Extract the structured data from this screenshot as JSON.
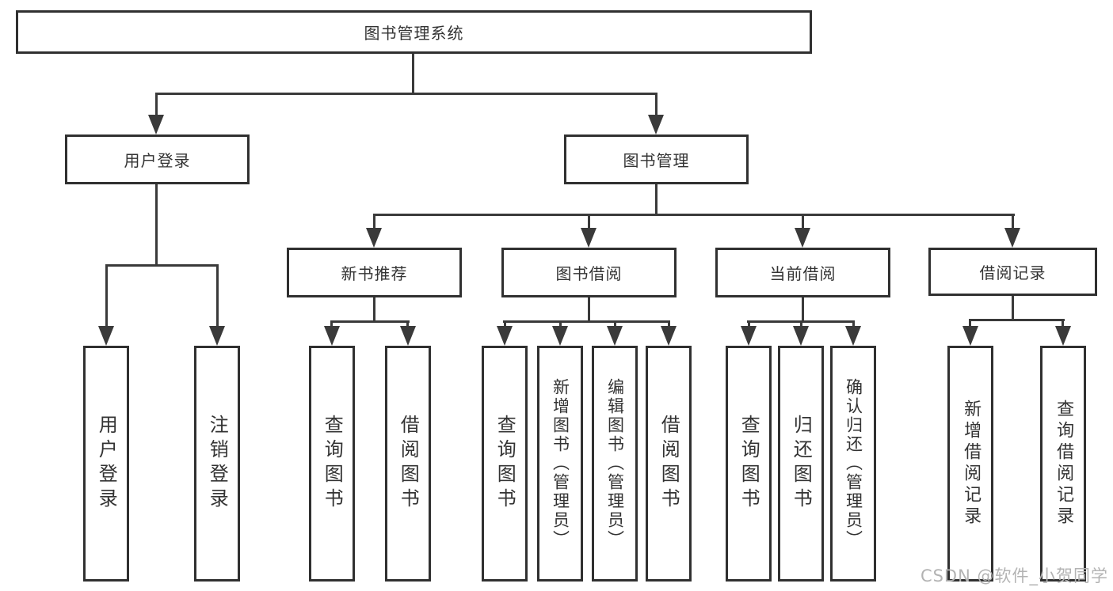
{
  "diagram": {
    "title": "图书管理系统",
    "root": {
      "label": "图书管理系统"
    },
    "level2": [
      {
        "id": "user-login",
        "label": "用户登录"
      },
      {
        "id": "book-management",
        "label": "图书管理"
      }
    ],
    "level3": [
      {
        "id": "new-book-recommend",
        "label": "新书推荐"
      },
      {
        "id": "book-borrowing",
        "label": "图书借阅"
      },
      {
        "id": "current-borrowing",
        "label": "当前借阅"
      },
      {
        "id": "borrowing-records",
        "label": "借阅记录"
      }
    ],
    "leaves": {
      "user_login": [
        "用户登录",
        "注销登录"
      ],
      "new_book_recommend": [
        "查询图书",
        "借阅图书"
      ],
      "book_borrowing": [
        "查询图书",
        "新增图书（管理员）",
        "编辑图书（管理员）",
        "借阅图书"
      ],
      "current_borrowing": [
        "查询图书",
        "归还图书",
        "确认归还（管理员）"
      ],
      "borrowing_records": [
        "新增借阅记录",
        "查询借阅记录"
      ]
    }
  },
  "watermark": "CSDN @软件_小贺同学",
  "colors": {
    "line": "#3a3a3a",
    "border": "#303030",
    "text": "#333333",
    "watermark": "#b3b3b3",
    "background": "#ffffff"
  }
}
